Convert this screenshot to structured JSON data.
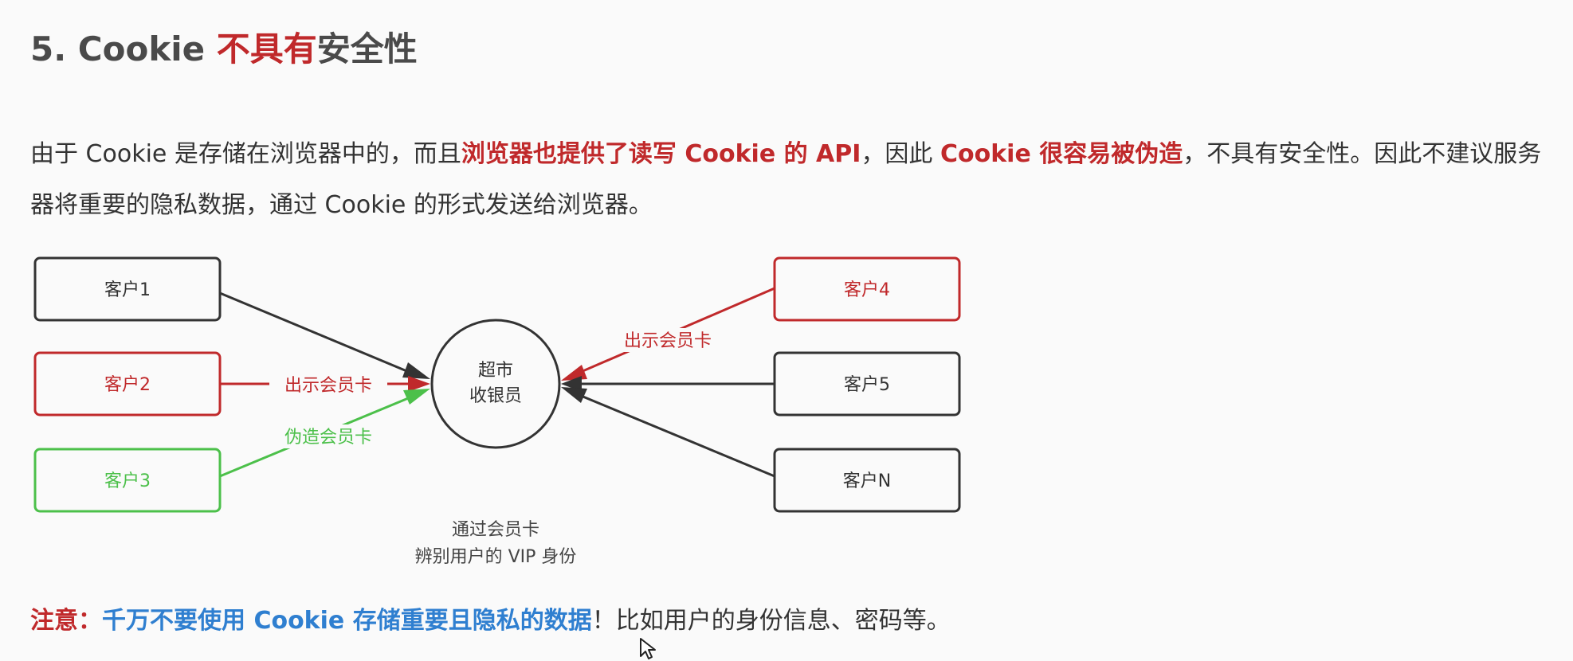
{
  "heading": {
    "prefix": "5. Cookie ",
    "emphasis": "不具有",
    "suffix": "安全性"
  },
  "paragraph": {
    "p1": "由于 Cookie 是存储在浏览器中的，而且",
    "h1": "浏览器也提供了读写 Cookie 的 API",
    "p2": "，因此 ",
    "h2": "Cookie 很容易被伪造",
    "p3": "，不具有安全性。因此不建议服务器将重要的隐私数据，通过 Cookie 的形式发送给浏览器。"
  },
  "diagram": {
    "center": {
      "line1": "超市",
      "line2": "收银员"
    },
    "left_customers": [
      "客户1",
      "客户2",
      "客户3"
    ],
    "right_customers": [
      "客户4",
      "客户5",
      "客户N"
    ],
    "edge_labels": {
      "show_card_left": "出示会员卡",
      "forge_card": "伪造会员卡",
      "show_card_right": "出示会员卡"
    },
    "caption": {
      "line1": "通过会员卡",
      "line2": "辨别用户的 VIP 身份"
    },
    "colors": {
      "red": "#c0292b",
      "green": "#4cc04a",
      "dark": "#333333"
    }
  },
  "note": {
    "label": "注意：",
    "emphasis": "千万不要使用 Cookie 存储重要且隐私的数据",
    "rest": "！比如用户的身份信息、密码等。"
  }
}
